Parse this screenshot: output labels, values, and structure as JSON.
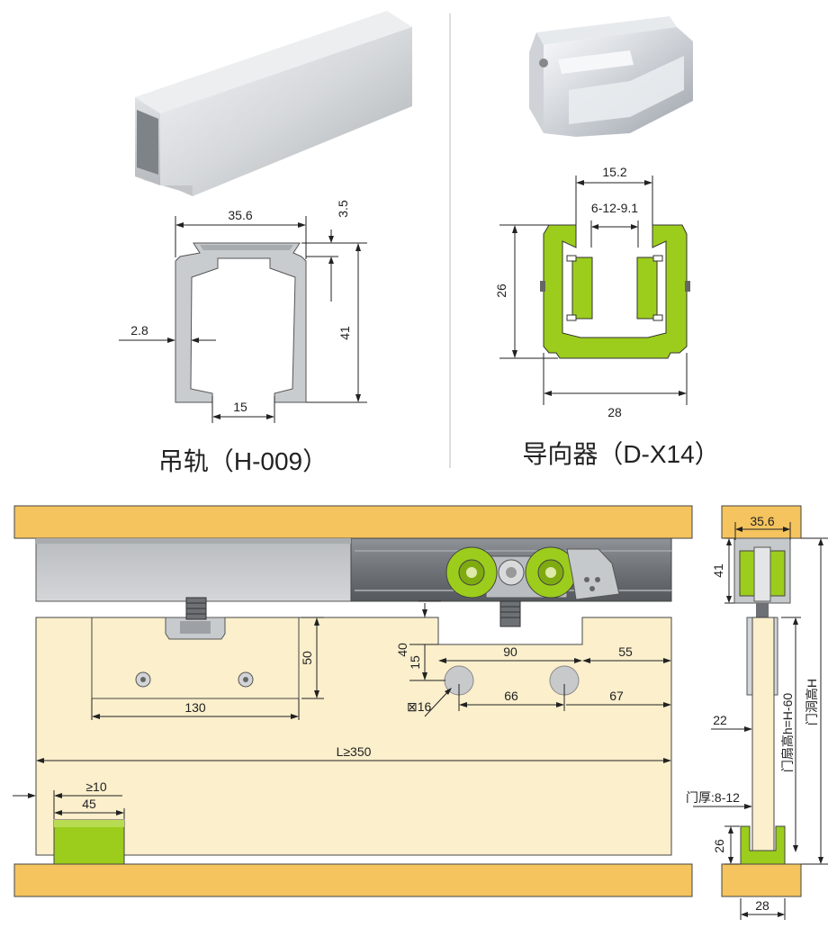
{
  "top_left": {
    "caption": "吊轨（H-009）",
    "dims": {
      "width": "35.6",
      "lip": "3.5",
      "height": "41",
      "wall": "2.8",
      "slot": "15"
    }
  },
  "top_right": {
    "caption": "导向器（D-X14）",
    "dims": {
      "inner": "15.2",
      "range": "6-12-9.1",
      "height": "26",
      "width": "28"
    }
  },
  "front_view": {
    "dims": {
      "plate_height": "50",
      "plate_width": "130",
      "gap_40": "40",
      "gap_15": "15",
      "notch": "90",
      "end_55": "55",
      "hole": "⊠16",
      "spacing_66": "66",
      "end_67": "67",
      "length": "L≥350",
      "min_10": "≥10",
      "guide_45": "45"
    }
  },
  "side_view": {
    "dims": {
      "top": "35.6",
      "rail_h": "41",
      "offset": "22",
      "door_h": "门扇高h=H-60",
      "opening_h": "门洞高H",
      "thickness": "门厚:8-12",
      "guide_h": "26",
      "guide_w": "28"
    }
  },
  "colors": {
    "wood": "#f5c45e",
    "panel": "#fbefcc",
    "lime": "#9ccd1c",
    "rail": "#c9cccf",
    "line": "#222222"
  }
}
